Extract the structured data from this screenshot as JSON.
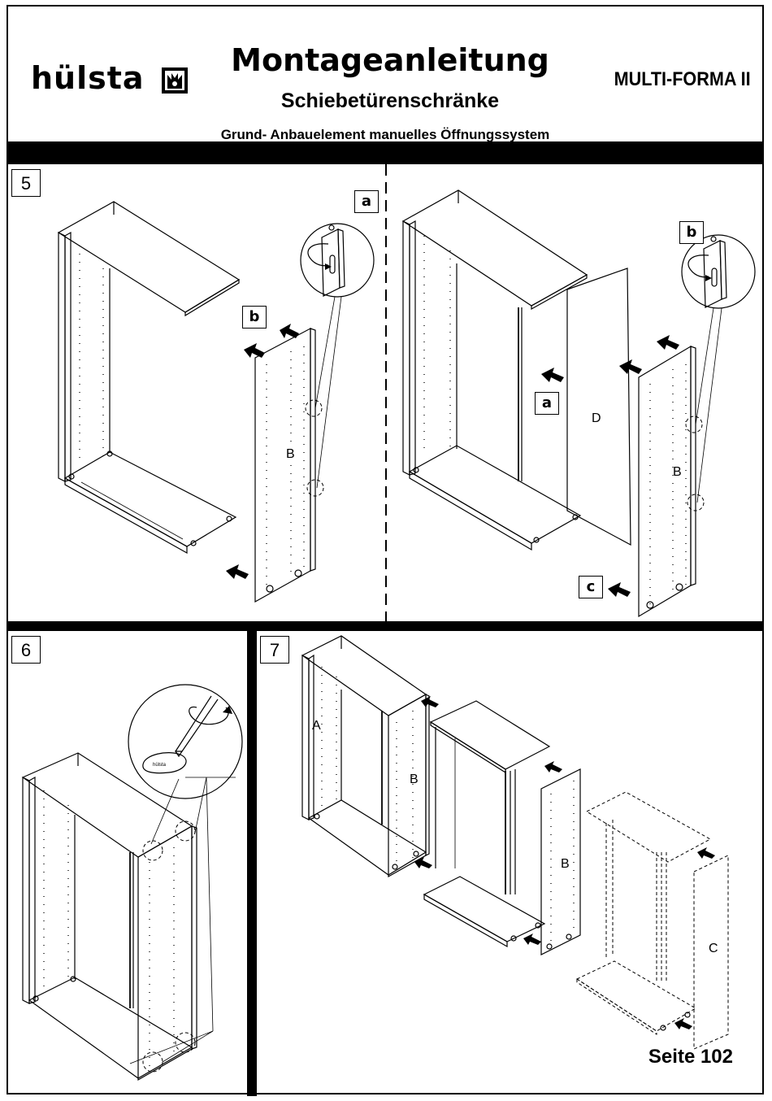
{
  "header": {
    "logo_text": "hülsta",
    "title": "Montageanleitung",
    "subtitle": "Schiebetürenschränke",
    "model": "MULTI-FORMA II",
    "description": "Grund- Anbauelement manuelles Öffnungssystem"
  },
  "steps": [
    {
      "number": "5"
    },
    {
      "number": "6"
    },
    {
      "number": "7"
    }
  ],
  "tags": {
    "a": "a",
    "b": "b",
    "c": "c"
  },
  "part_labels": {
    "A": "A",
    "B": "B",
    "C": "C",
    "D": "D"
  },
  "footer": {
    "page": "Seite 102"
  }
}
